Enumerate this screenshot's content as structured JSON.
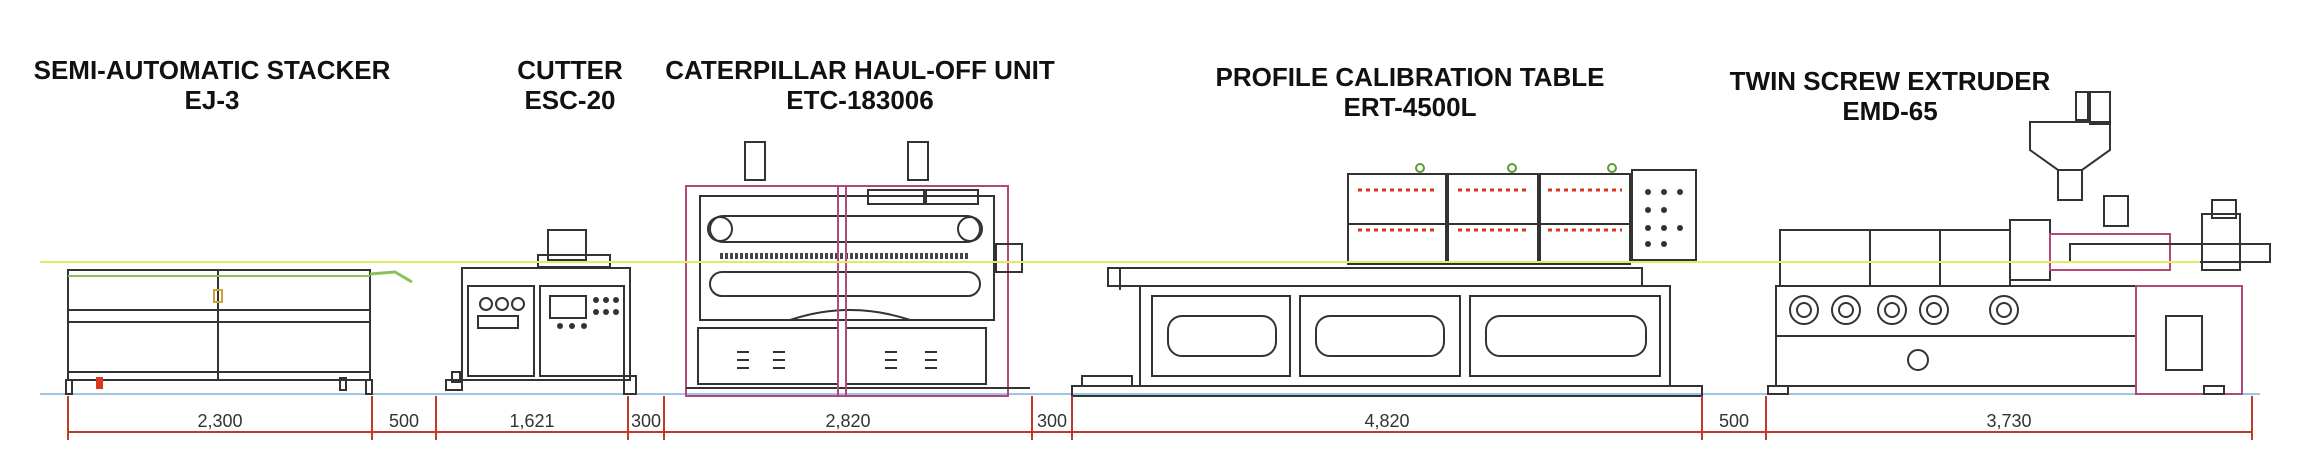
{
  "machines": [
    {
      "name": "SEMI-AUTOMATIC STACKER",
      "model": "EJ-3"
    },
    {
      "name": "CUTTER",
      "model": "ESC-20"
    },
    {
      "name": "CATERPILLAR HAUL-OFF UNIT",
      "model": "ETC-183006"
    },
    {
      "name": "PROFILE CALIBRATION TABLE",
      "model": "ERT-4500L"
    },
    {
      "name": "TWIN SCREW EXTRUDER",
      "model": "EMD-65"
    }
  ],
  "dimensions": [
    "2,300",
    "500",
    "1,621",
    "300",
    "2,820",
    "300",
    "4,820",
    "500",
    "3,730"
  ],
  "colors": {
    "outline": "#333333",
    "accent": "#b0487a",
    "dimension": "#c0392b",
    "extrusion_line": "#e3ea6a",
    "floor_line": "#9fc6e0",
    "valve": "#d9381e"
  }
}
